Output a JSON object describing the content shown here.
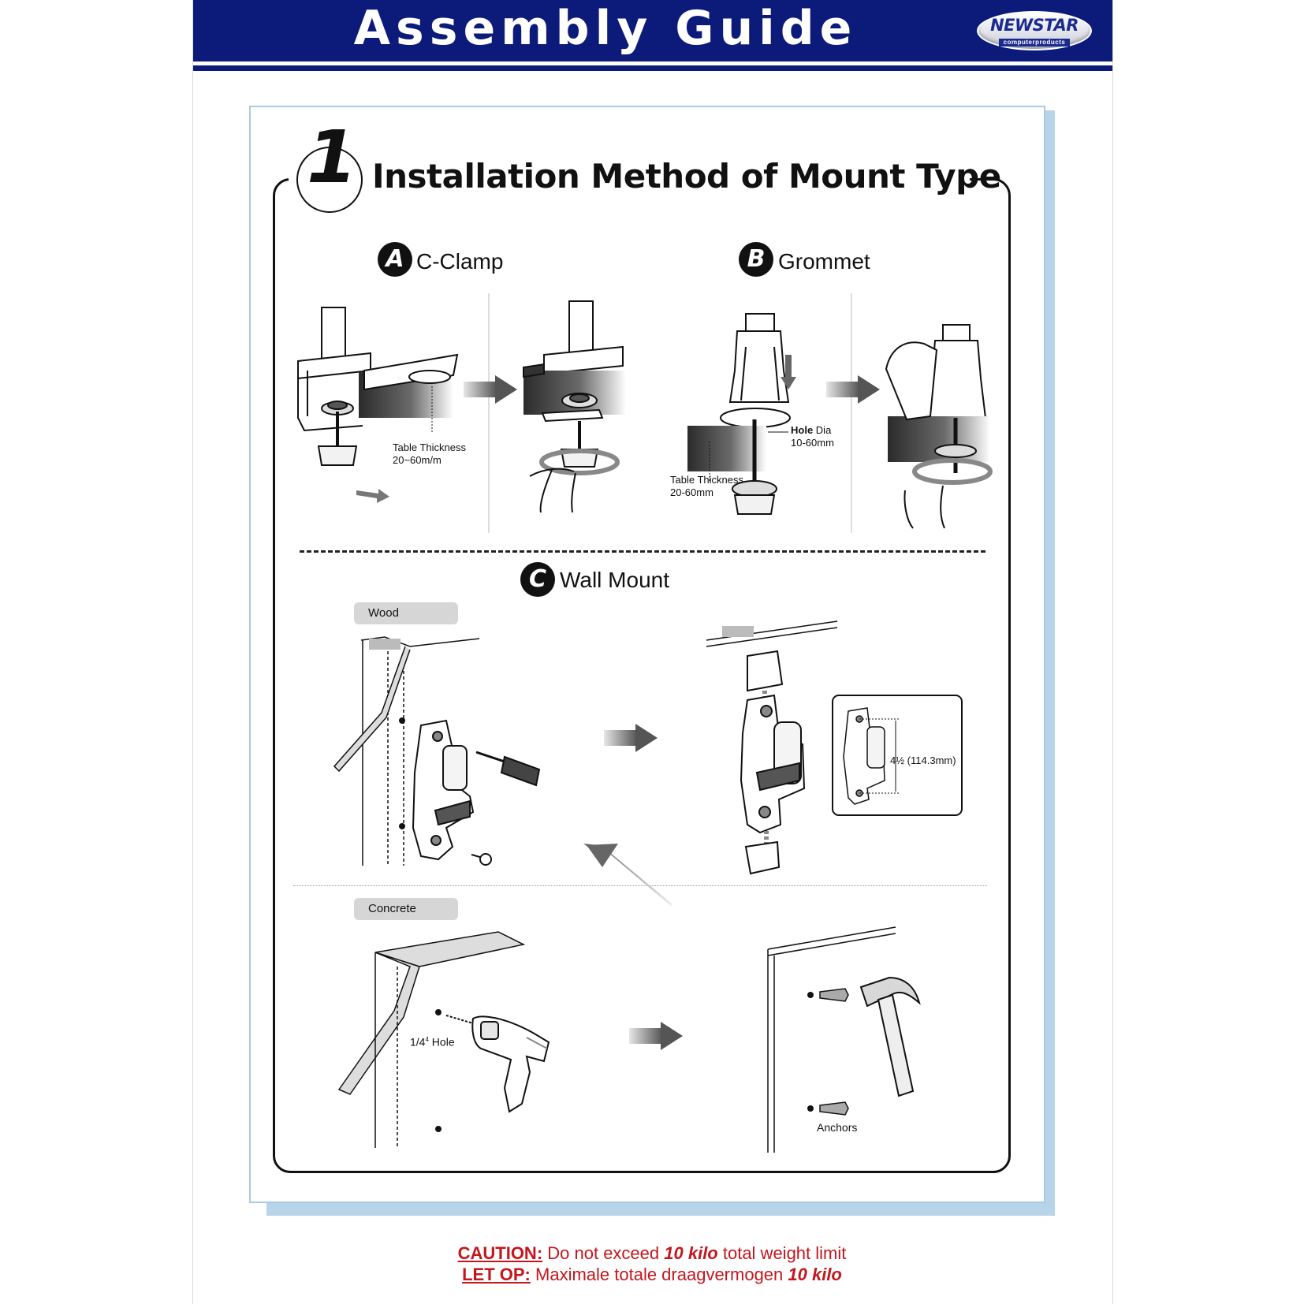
{
  "header": {
    "title": "Assembly Guide",
    "logo": {
      "brand": "NEWSTAR",
      "tagline": "computerproducts"
    }
  },
  "step": {
    "number": "1",
    "title": "Installation Method of Mount Type"
  },
  "sections": {
    "a": {
      "badge": "A",
      "label": "C-Clamp",
      "table_thickness_label": "Table Thickness",
      "table_thickness_value": "20~60m/m"
    },
    "b": {
      "badge": "B",
      "label": "Grommet",
      "hole_label_bold": "Hole",
      "hole_label": "Dia",
      "hole_value": "10-60mm",
      "table_thickness_label": "Table Thickness",
      "table_thickness_value": "20-60mm"
    },
    "c": {
      "badge": "C",
      "label": "Wall Mount",
      "wood_label": "Wood",
      "concrete_label": "Concrete",
      "dimension_label": "4½ (114.3mm)",
      "hole_label": "1/4",
      "hole_sup": "4",
      "hole_text": " Hole",
      "anchors_label": "Anchors"
    }
  },
  "footer": {
    "line1": {
      "key": "CAUTION:",
      "before": " Do not exceed ",
      "weight": "10 kilo",
      "after": " total weight limit"
    },
    "line2": {
      "key": "LET OP:",
      "before": " Maximale totale draagvermogen ",
      "weight": "10 kilo"
    }
  }
}
